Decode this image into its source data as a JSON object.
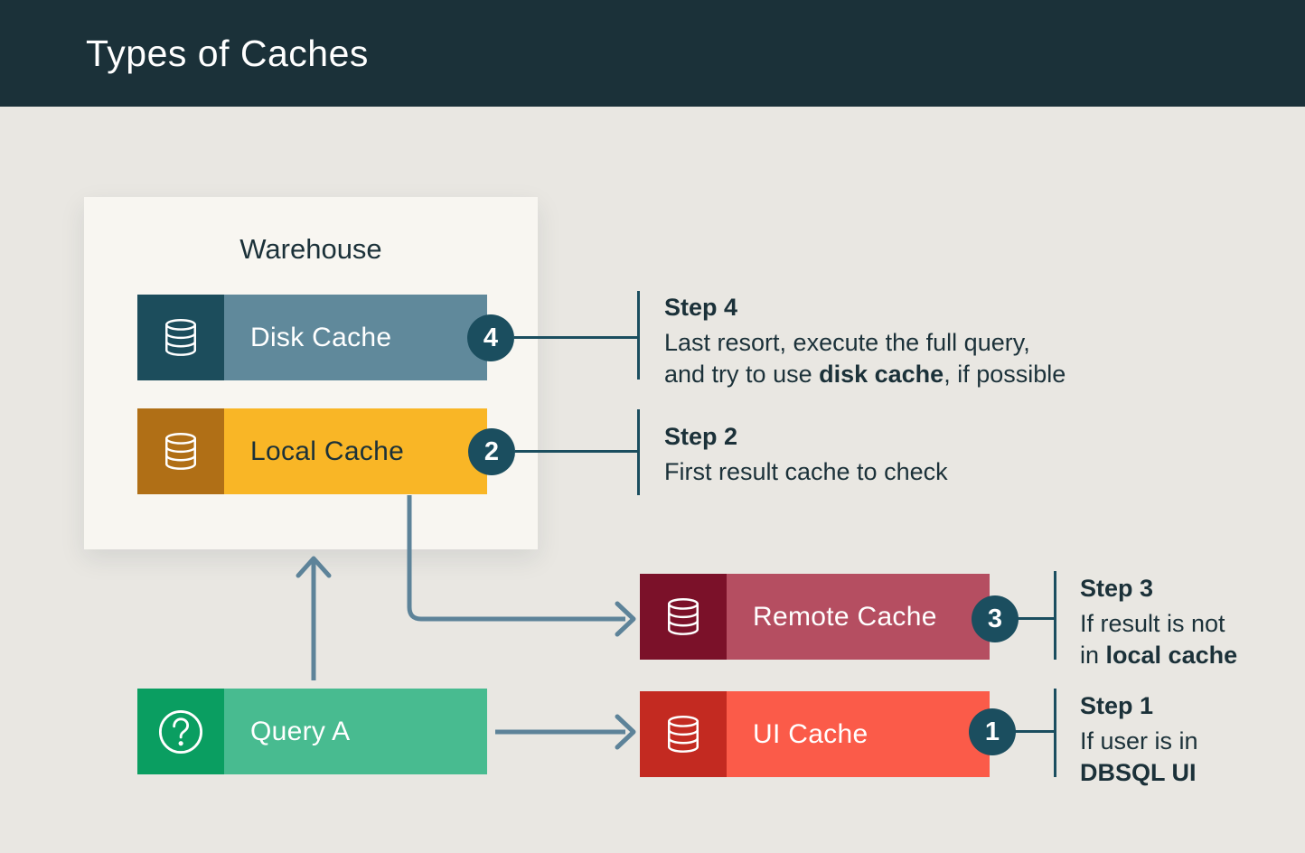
{
  "title": "Types of Caches",
  "panel": {
    "title": "Warehouse"
  },
  "nodes": [
    {
      "label": "Disk Cache",
      "badge": "4",
      "icon": "database-icon",
      "icon_bg": "#1c4d5c",
      "bar_bg": "#60899b",
      "text_color": "#ffffff"
    },
    {
      "label": "Local Cache",
      "badge": "2",
      "icon": "database-icon",
      "icon_bg": "#b06f16",
      "bar_bg": "#f9b626",
      "text_color": "#1b3139"
    },
    {
      "label": "Remote Cache",
      "badge": "3",
      "icon": "database-icon",
      "icon_bg": "#7b1129",
      "bar_bg": "#b54e61",
      "text_color": "#ffffff"
    },
    {
      "label": "UI Cache",
      "badge": "1",
      "icon": "database-icon",
      "icon_bg": "#c32a21",
      "bar_bg": "#fb5b49",
      "text_color": "#ffffff"
    },
    {
      "label": "Query A",
      "icon": "question-icon",
      "icon_bg": "#0a9e61",
      "bar_bg": "#48bb90",
      "text_color": "#ffffff"
    }
  ],
  "steps": [
    {
      "title": "Step 4",
      "line1": {
        "pre": "Last resort, execute the full query,",
        "bold": "",
        "post": ""
      },
      "line2": {
        "pre": "and try to use ",
        "bold": "disk cache",
        "post": ", if possible"
      }
    },
    {
      "title": "Step 2",
      "line1": {
        "pre": "First result cache to check",
        "bold": "",
        "post": ""
      },
      "line2": {
        "pre": "",
        "bold": "",
        "post": ""
      }
    },
    {
      "title": "Step 3",
      "line1": {
        "pre": "If result is not",
        "bold": "",
        "post": ""
      },
      "line2": {
        "pre": "in ",
        "bold": "local cache",
        "post": ""
      }
    },
    {
      "title": "Step 1",
      "line1": {
        "pre": "If user is in",
        "bold": "",
        "post": ""
      },
      "line2": {
        "pre": "",
        "bold": "DBSQL UI",
        "post": ""
      }
    }
  ],
  "colors": {
    "header_bg": "#1b3139",
    "page_bg": "#e9e7e2",
    "panel_bg": "#f8f6f1",
    "text_dark": "#1b3139",
    "badge_bg": "#1b4e5f",
    "arrow": "#5d8399",
    "connector": "#1b4e5f"
  }
}
